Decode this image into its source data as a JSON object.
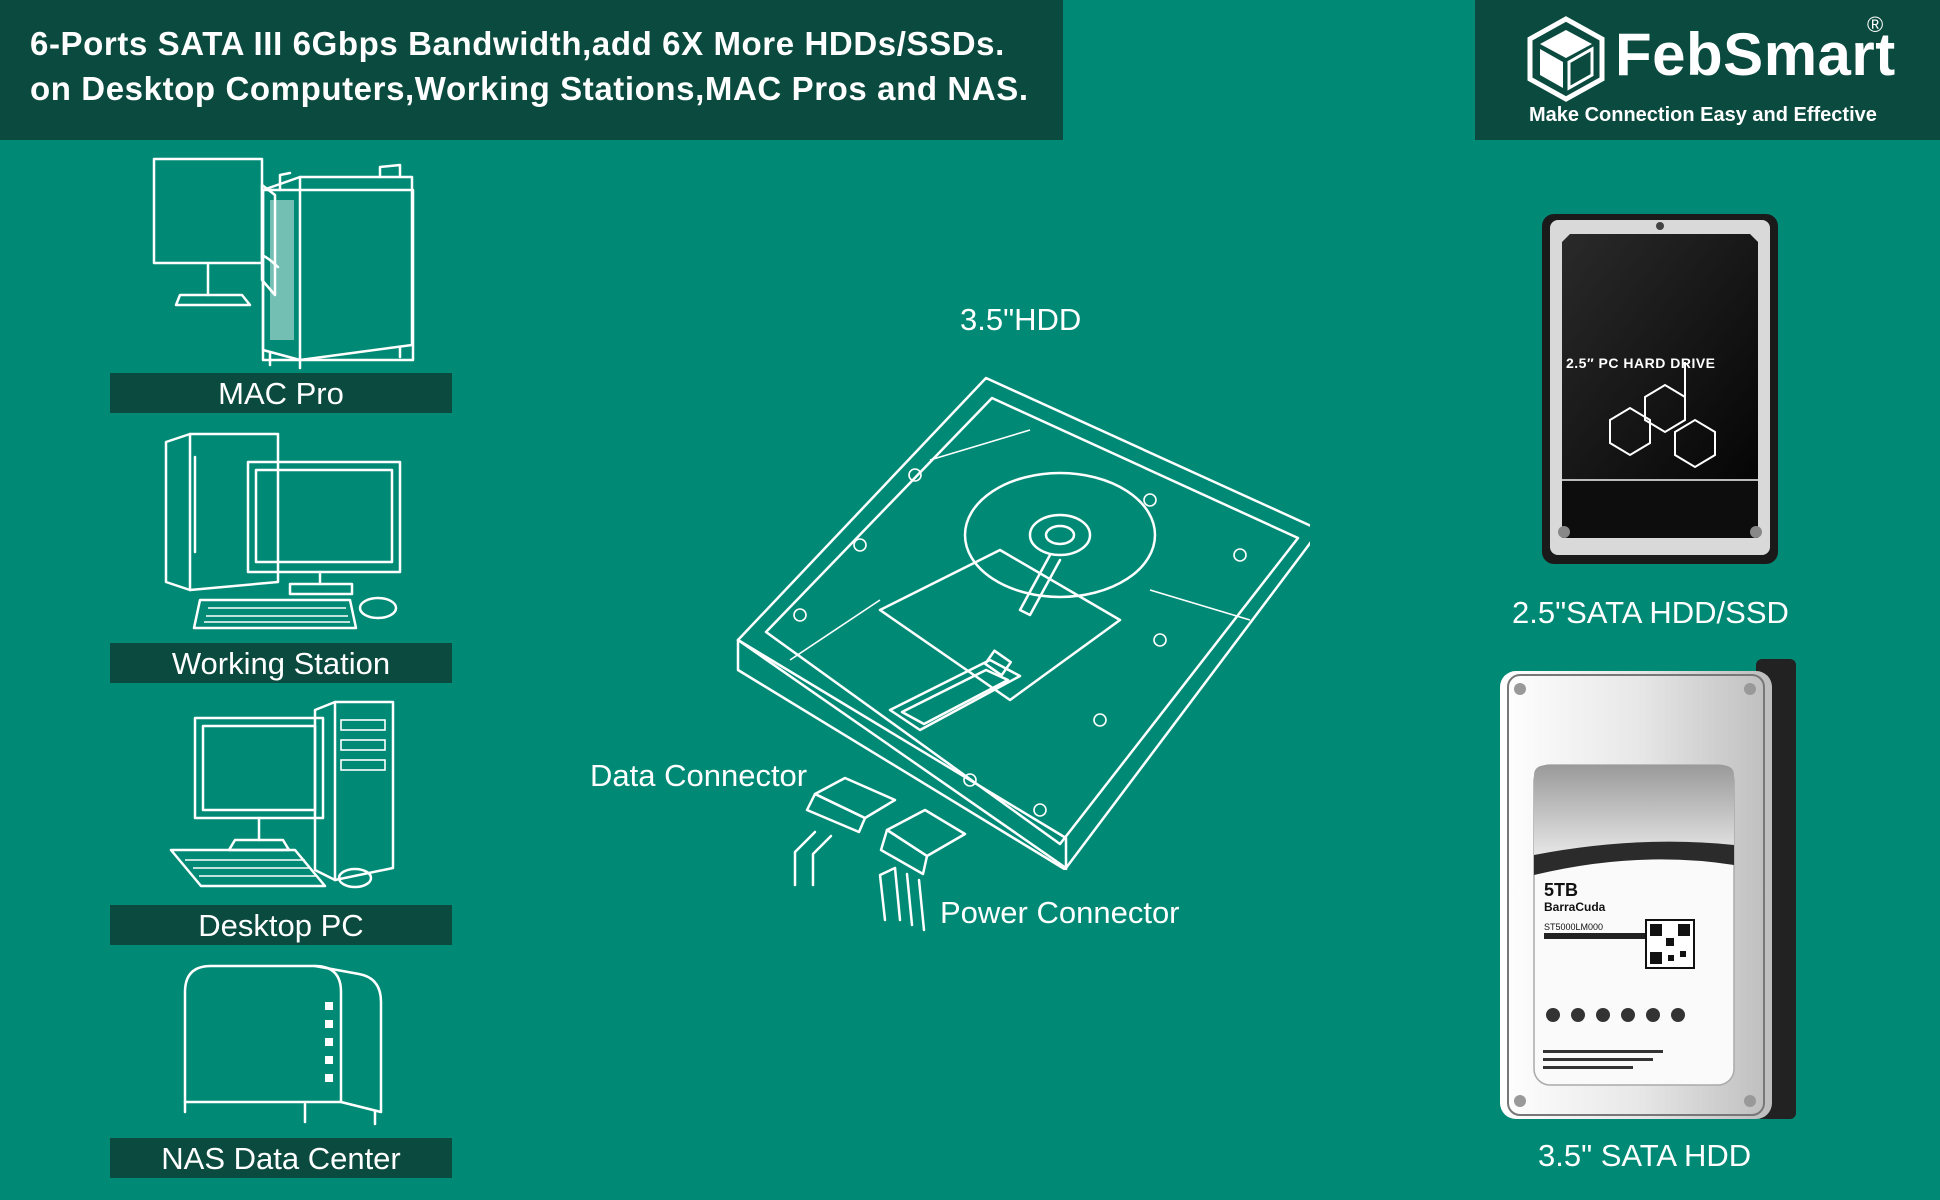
{
  "header": {
    "line1": "6-Ports SATA III 6Gbps Bandwidth,add 6X More HDDs/SSDs.",
    "line2": "on Desktop Computers,Working Stations,MAC Pros and NAS."
  },
  "brand": {
    "name": "FebSmart",
    "registered": "®",
    "tagline": "Make Connection Easy and Effective"
  },
  "devices": [
    {
      "label": "MAC Pro",
      "icon": "mac-pro-icon"
    },
    {
      "label": "Working Station",
      "icon": "workstation-icon"
    },
    {
      "label": "Desktop PC",
      "icon": "desktop-pc-icon"
    },
    {
      "label": "NAS Data Center",
      "icon": "nas-icon"
    }
  ],
  "hdd_diagram": {
    "title": "3.5\"HDD",
    "data_connector": "Data Connector",
    "power_connector": "Power Connector"
  },
  "drives": [
    {
      "caption": "2.5\"SATA HDD/SSD",
      "label": "2.5″ PC HARD DRIVE"
    },
    {
      "caption": "3.5\" SATA HDD",
      "capacity": "5TB",
      "model": "BarraCuda",
      "part": "ST5000LM000"
    }
  ],
  "colors": {
    "background": "#008a76",
    "banner": "#0b4a3e",
    "text": "#ffffff"
  }
}
